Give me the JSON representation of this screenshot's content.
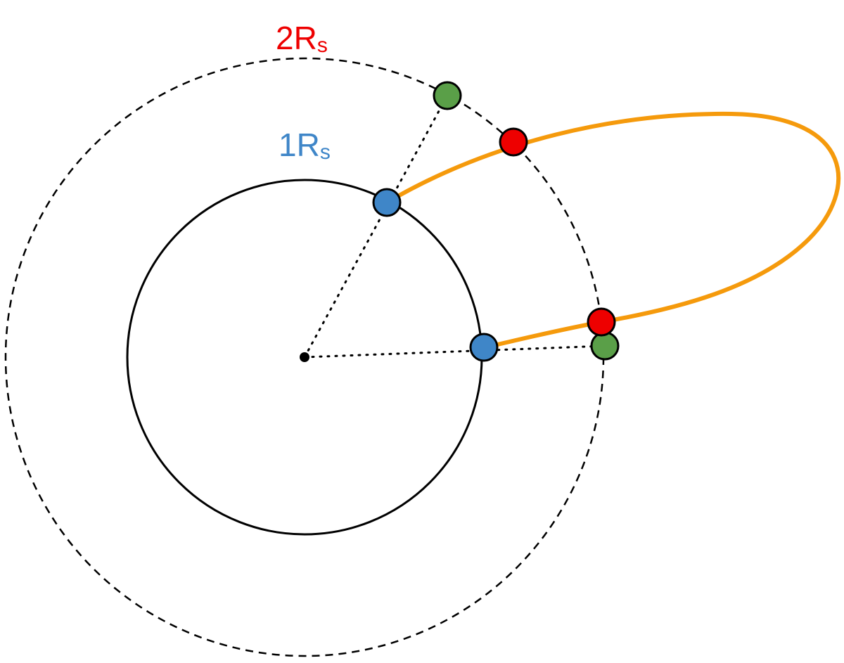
{
  "labels": {
    "outer_radius": {
      "main": "2R",
      "sub": "s",
      "color": "#ee0000"
    },
    "inner_radius": {
      "main": "1R",
      "sub": "s",
      "color": "#3f86c8"
    }
  },
  "colors": {
    "loop": "#f59a0c",
    "circle_stroke": "#000000",
    "blue_point": "#3f86c8",
    "red_point": "#ee0000",
    "green_point": "#5a9f48"
  }
}
